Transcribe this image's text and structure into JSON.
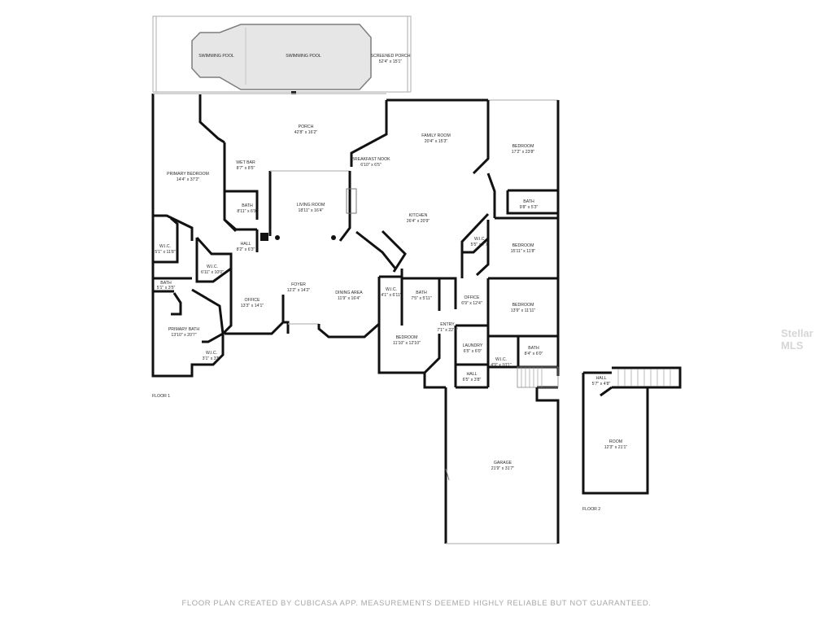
{
  "floor1_label": "FLOOR 1",
  "floor2_label": "FLOOR 2",
  "footer": "FLOOR PLAN CREATED BY CUBICASA APP. MEASUREMENTS DEEMED HIGHLY RELIABLE BUT NOT GUARANTEED.",
  "watermark": "Stellar MLS",
  "rooms": {
    "pool_left": {
      "name": "SWIMMING POOL",
      "dims": ""
    },
    "pool_main": {
      "name": "SWIMMING POOL",
      "dims": ""
    },
    "screened_porch": {
      "name": "SCREENED PORCH",
      "dims": "52'4\" x 15'1\""
    },
    "porch": {
      "name": "PORCH",
      "dims": "42'8\" x 16'2\""
    },
    "family_room": {
      "name": "FAMILY ROOM",
      "dims": "20'4\" x 15'3\""
    },
    "bedroom_ne": {
      "name": "BEDROOM",
      "dims": "17'2\" x 23'8\""
    },
    "primary_bedroom": {
      "name": "PRIMARY BEDROOM",
      "dims": "14'4\" x 37'2\""
    },
    "wet_bar": {
      "name": "WET BAR",
      "dims": "8'7\" x 8'5\""
    },
    "breakfast_nook": {
      "name": "BREAKFAST NOOK",
      "dims": "6'10\" x 6'5\""
    },
    "bath_1": {
      "name": "BATH",
      "dims": "9'8\" x 5'3\""
    },
    "bath_2": {
      "name": "BATH",
      "dims": "8'11\" x 6'9\""
    },
    "living_room": {
      "name": "LIVING ROOM",
      "dims": "18'11\" x 16'4\""
    },
    "kitchen": {
      "name": "KITCHEN",
      "dims": "26'4\" x 20'9\""
    },
    "wic_east": {
      "name": "W.I.C.",
      "dims": "5'5\" x 7'7\""
    },
    "bedroom_e": {
      "name": "BEDROOM",
      "dims": "15'11\" x 11'8\""
    },
    "wic_west": {
      "name": "W.I.C.",
      "dims": "5'1\" x 11'8\""
    },
    "hall_1": {
      "name": "HALL",
      "dims": "8'2\" x 6'3\""
    },
    "wic_primary": {
      "name": "W.I.C.",
      "dims": "6'11\" x 10'0\""
    },
    "bath_3": {
      "name": "BATH",
      "dims": "5'1\" x 3'5\""
    },
    "foyer": {
      "name": "FOYER",
      "dims": "12'2\" x 14'2\""
    },
    "office_1": {
      "name": "OFFICE",
      "dims": "13'3\" x 14'1\""
    },
    "dining_area": {
      "name": "DINING AREA",
      "dims": "11'9\" x 16'4\""
    },
    "wic_center": {
      "name": "W.I.C.",
      "dims": "4'1\" x 6'11\""
    },
    "bath_4": {
      "name": "BATH",
      "dims": "7'5\" x 5'11\""
    },
    "office_2": {
      "name": "OFFICE",
      "dims": "6'9\" x 12'4\""
    },
    "bedroom_se": {
      "name": "BEDROOM",
      "dims": "13'9\" x 11'11\""
    },
    "primary_bath": {
      "name": "PRIMARY BATH",
      "dims": "13'10\" x 20'7\""
    },
    "entry": {
      "name": "ENTRY",
      "dims": "7'1\" x 22'1\""
    },
    "bedroom_s": {
      "name": "BEDROOM",
      "dims": "11'10\" x 12'10\""
    },
    "laundry": {
      "name": "LAUNDRY",
      "dims": "6'5\" x 6'0\""
    },
    "wic_se": {
      "name": "W.I.C.",
      "dims": "4'9\" x 10'1\""
    },
    "bath_5": {
      "name": "BATH",
      "dims": "8'4\" x 6'0\""
    },
    "wic_sw": {
      "name": "W.I.C.",
      "dims": "3'1\" x 3'5\""
    },
    "hall_2": {
      "name": "HALL",
      "dims": "6'5\" x 3'8\""
    },
    "garage": {
      "name": "GARAGE",
      "dims": "21'9\" x 31'7\""
    },
    "hall_upper": {
      "name": "HALL",
      "dims": "5'7\" x 4'8\""
    },
    "room_upper": {
      "name": "ROOM",
      "dims": "12'3\" x 21'1\""
    }
  }
}
